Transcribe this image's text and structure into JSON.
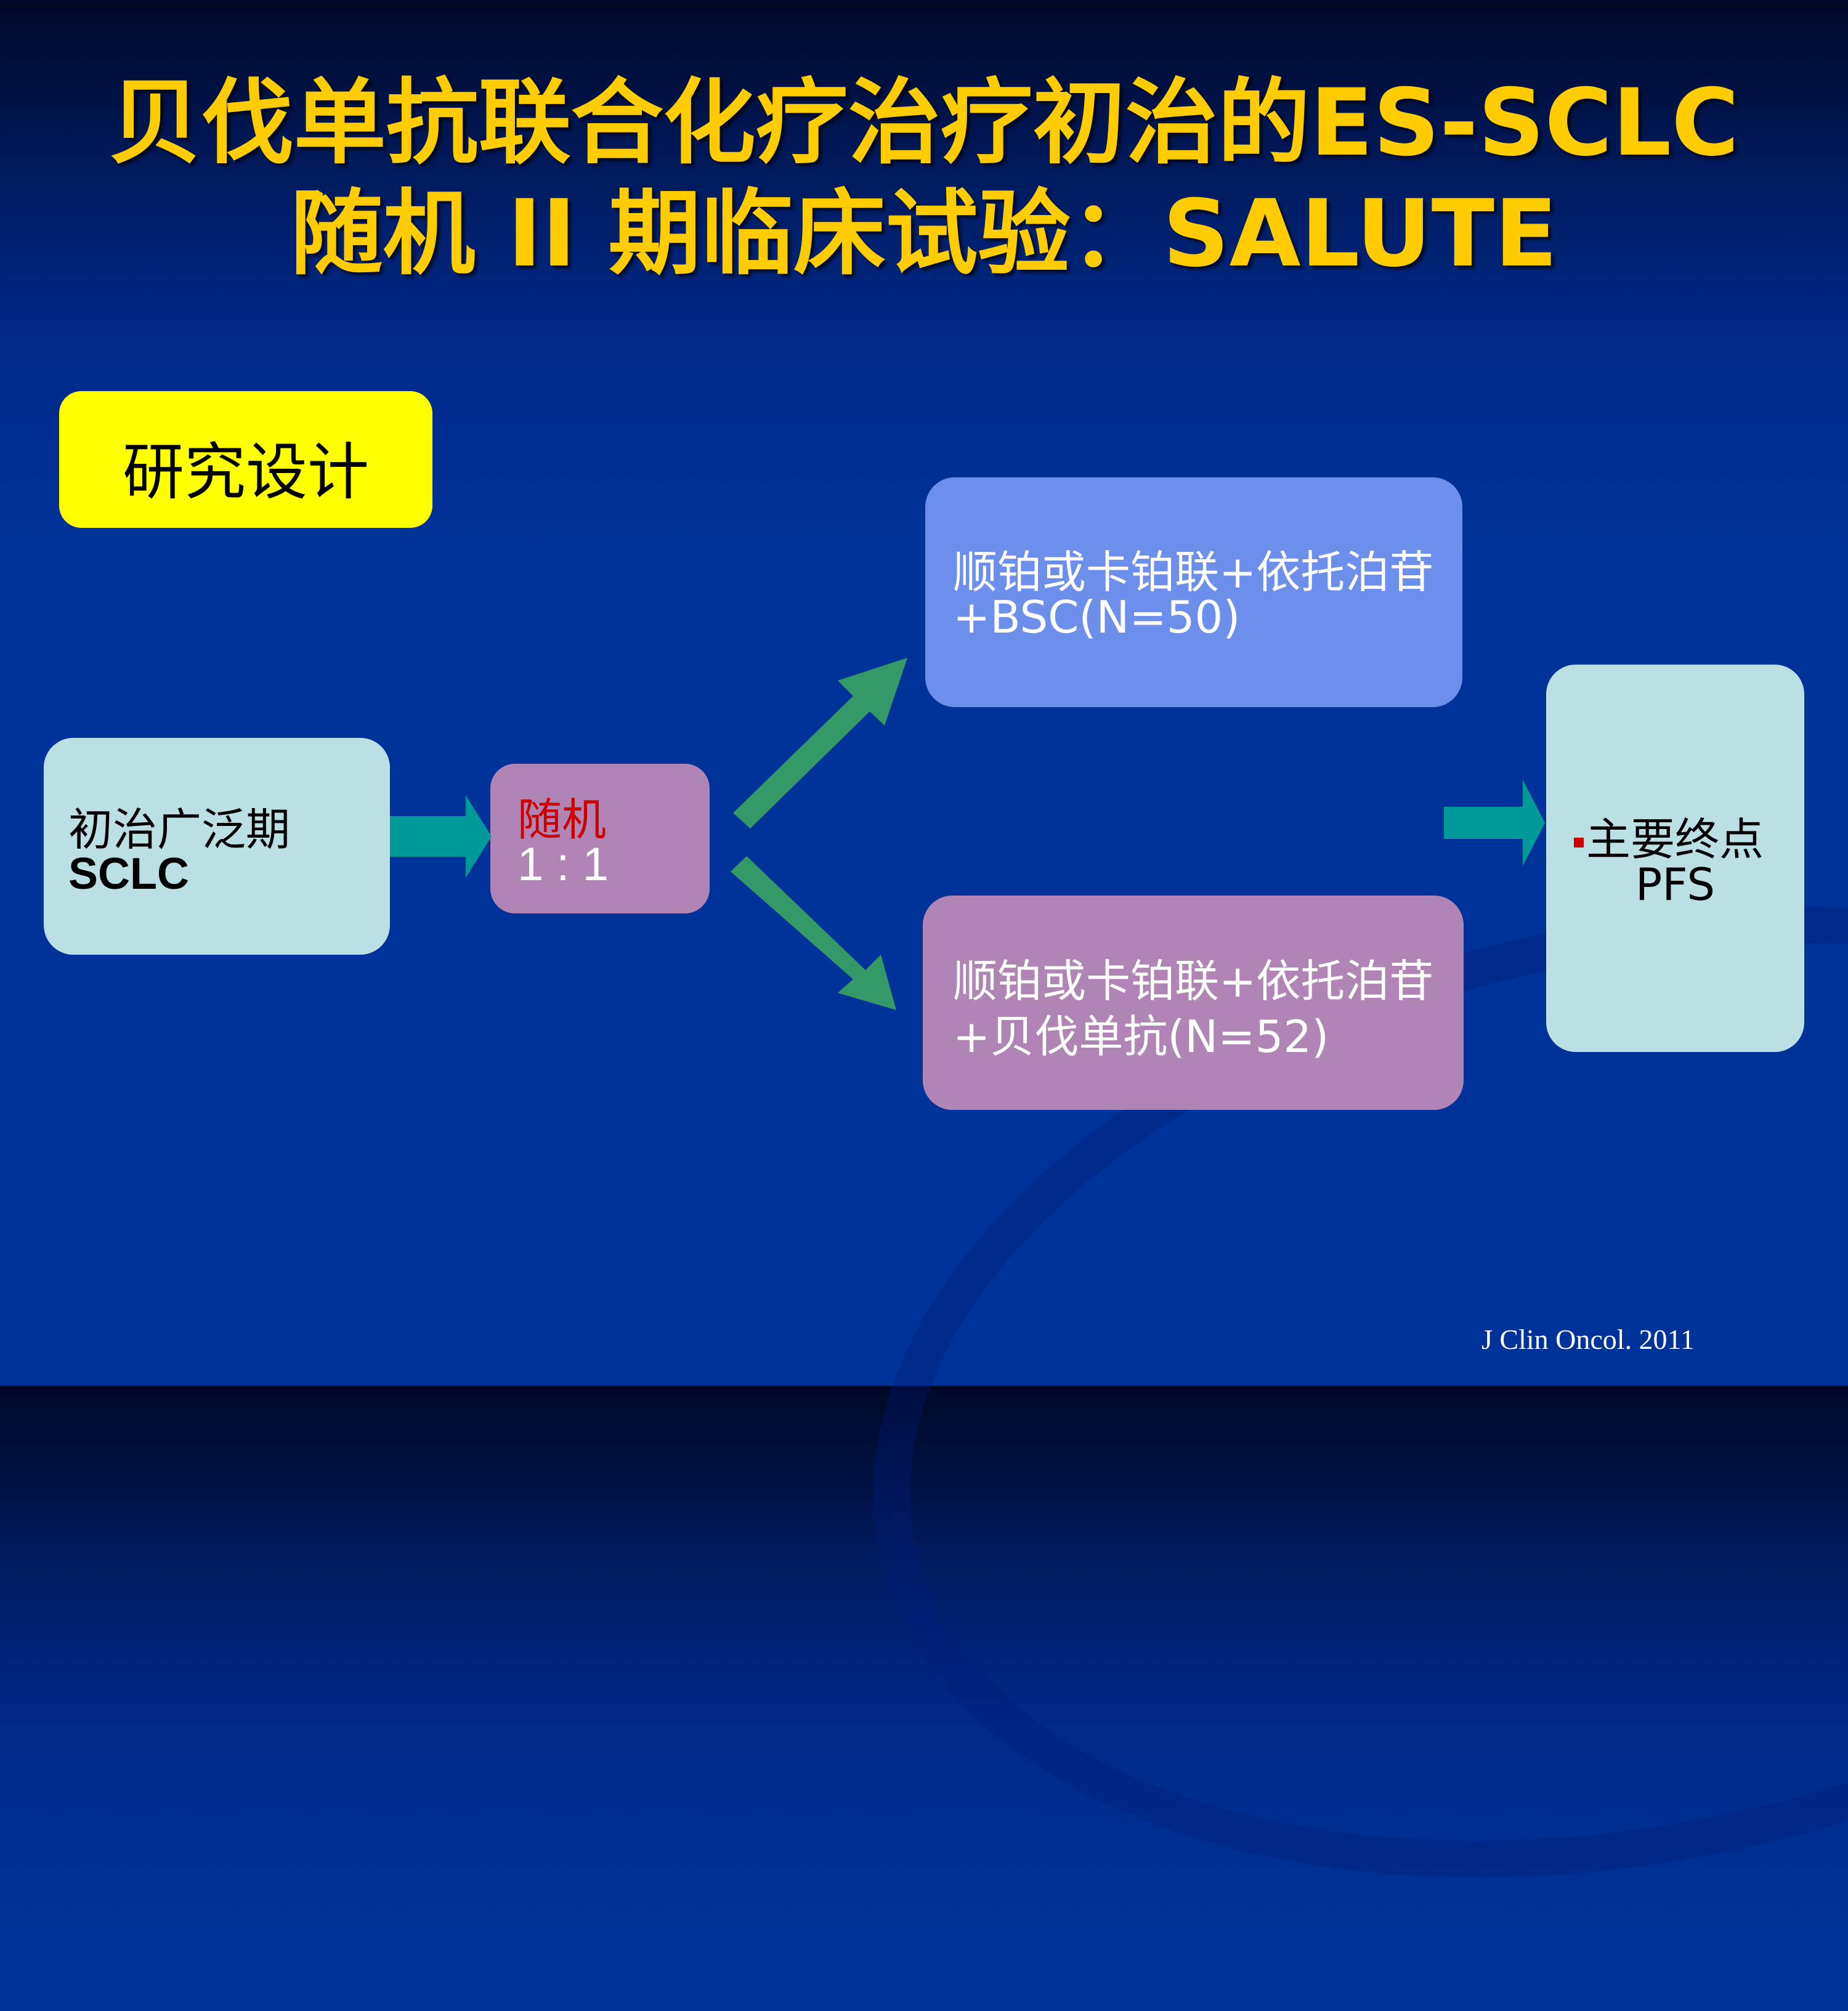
{
  "title": {
    "line1": "贝伐单抗联合化疗治疗初治的ES-SCLC",
    "line2": "随机 II 期临床试验：SALUTE"
  },
  "design_label": "研究设计",
  "population": {
    "line1": "初治广泛期",
    "line2": "SCLC"
  },
  "randomization": {
    "label": "随机",
    "ratio": "1 : 1"
  },
  "arm_control": {
    "line1": "顺铂或卡铂联+依托泊苷",
    "line2": "+BSC(N=50)"
  },
  "arm_bev": {
    "line1": "顺铂或卡铂联+依托泊苷",
    "line2": "+贝伐单抗(N=52)"
  },
  "endpoint": {
    "line1": "主要终点",
    "line2": "PFS"
  },
  "citation": "J Clin Oncol. 2011",
  "colors": {
    "title": "#ffcc00",
    "design": "#ffff00",
    "light_box": "#bbe0e3",
    "purple_box": "#b085b5",
    "blue_box": "#6b8fea",
    "teal_arrow": "#009999",
    "green_arrow": "#339966",
    "red": "#cc0000"
  }
}
